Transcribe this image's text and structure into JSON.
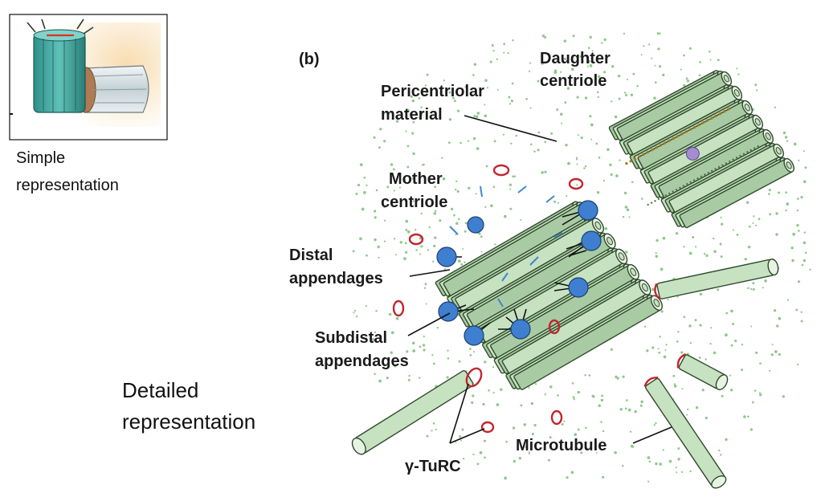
{
  "simple": {
    "caption_line1": "Simple",
    "caption_line2": "representation"
  },
  "detailed": {
    "caption_line1": "Detailed",
    "caption_line2": "representation"
  },
  "diagram": {
    "panel": "(b)",
    "labels": {
      "daughter_line1": "Daughter",
      "daughter_line2": "centriole",
      "pcm_line1": "Pericentriolar",
      "pcm_line2": "material",
      "mother_line1": "Mother",
      "mother_line2": "centriole",
      "distal_line1": "Distal",
      "distal_line2": "appendages",
      "subdistal_line1": "Subdistal",
      "subdistal_line2": "appendages",
      "microtubule": "Microtubule",
      "gamma_turc": "γ-TuRC"
    }
  },
  "colors": {
    "tube": "#c7e2c1",
    "appendage_ball": "#3f7fd0",
    "gamma_turc_ring": "#c1272d",
    "pcm_dots": "#8fc88a"
  }
}
